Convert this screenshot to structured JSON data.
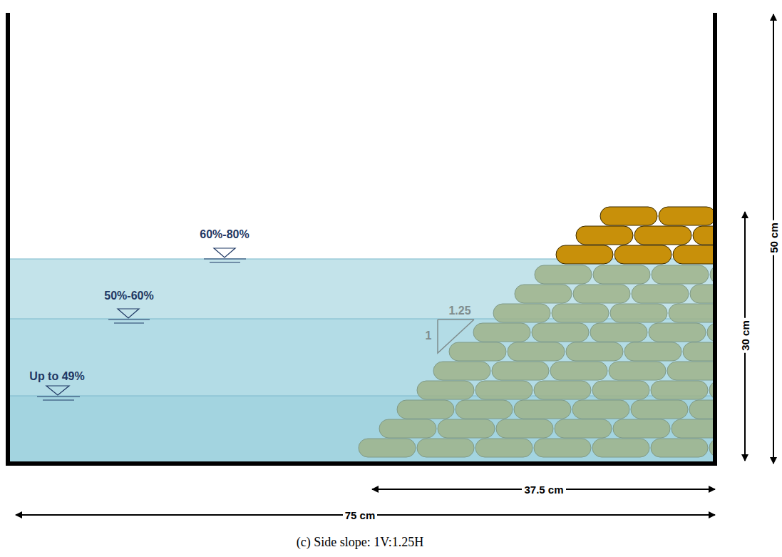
{
  "diagram": {
    "caption": "(c) Side slope: 1V:1.25H",
    "labels": [
      "60%-80%",
      "50%-60%",
      "Up to 49%",
      "1.25",
      "1",
      "30 cm",
      "50 cm",
      "37.5 cm",
      "75 cm"
    ]
  }
}
